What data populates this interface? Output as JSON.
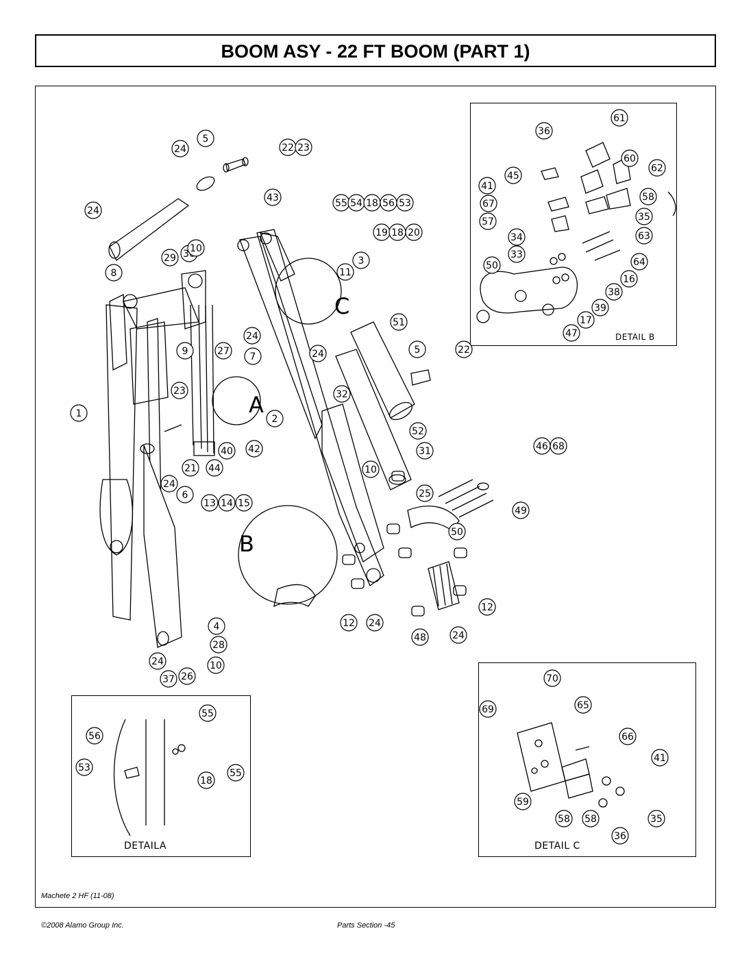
{
  "title": "BOOM ASY - 22 FT BOOM (PART 1)",
  "model_label": "Machete 2 HF (11-08)",
  "footer": {
    "copyright": "©2008 Alamo Group Inc.",
    "section": "Parts Section -45"
  },
  "detail_labels": {
    "a": "DETAILA",
    "b": "DETAIL B",
    "c": "DETAIL C"
  },
  "view_letters": [
    "A",
    "B",
    "C"
  ],
  "callouts": {
    "main": [
      "5",
      "24",
      "22",
      "23",
      "24",
      "43",
      "55",
      "54",
      "18",
      "56",
      "53",
      "19",
      "18",
      "20",
      "8",
      "29",
      "30",
      "10",
      "3",
      "11",
      "9",
      "27",
      "24",
      "7",
      "51",
      "5",
      "22",
      "24",
      "23",
      "1",
      "2",
      "32",
      "52",
      "31",
      "40",
      "42",
      "21",
      "44",
      "46",
      "68",
      "10",
      "24",
      "6",
      "13",
      "14",
      "15",
      "25",
      "49",
      "50",
      "12",
      "24",
      "12",
      "48",
      "24",
      "4",
      "28",
      "24",
      "10",
      "37",
      "26"
    ],
    "detail_a": [
      "55",
      "56",
      "53",
      "55",
      "18"
    ],
    "detail_b": [
      "61",
      "36",
      "60",
      "45",
      "62",
      "41",
      "58",
      "67",
      "57",
      "35",
      "34",
      "63",
      "33",
      "64",
      "50",
      "16",
      "38",
      "39",
      "17",
      "47"
    ],
    "detail_c": [
      "70",
      "69",
      "65",
      "66",
      "41",
      "59",
      "58",
      "58",
      "35",
      "36"
    ]
  }
}
